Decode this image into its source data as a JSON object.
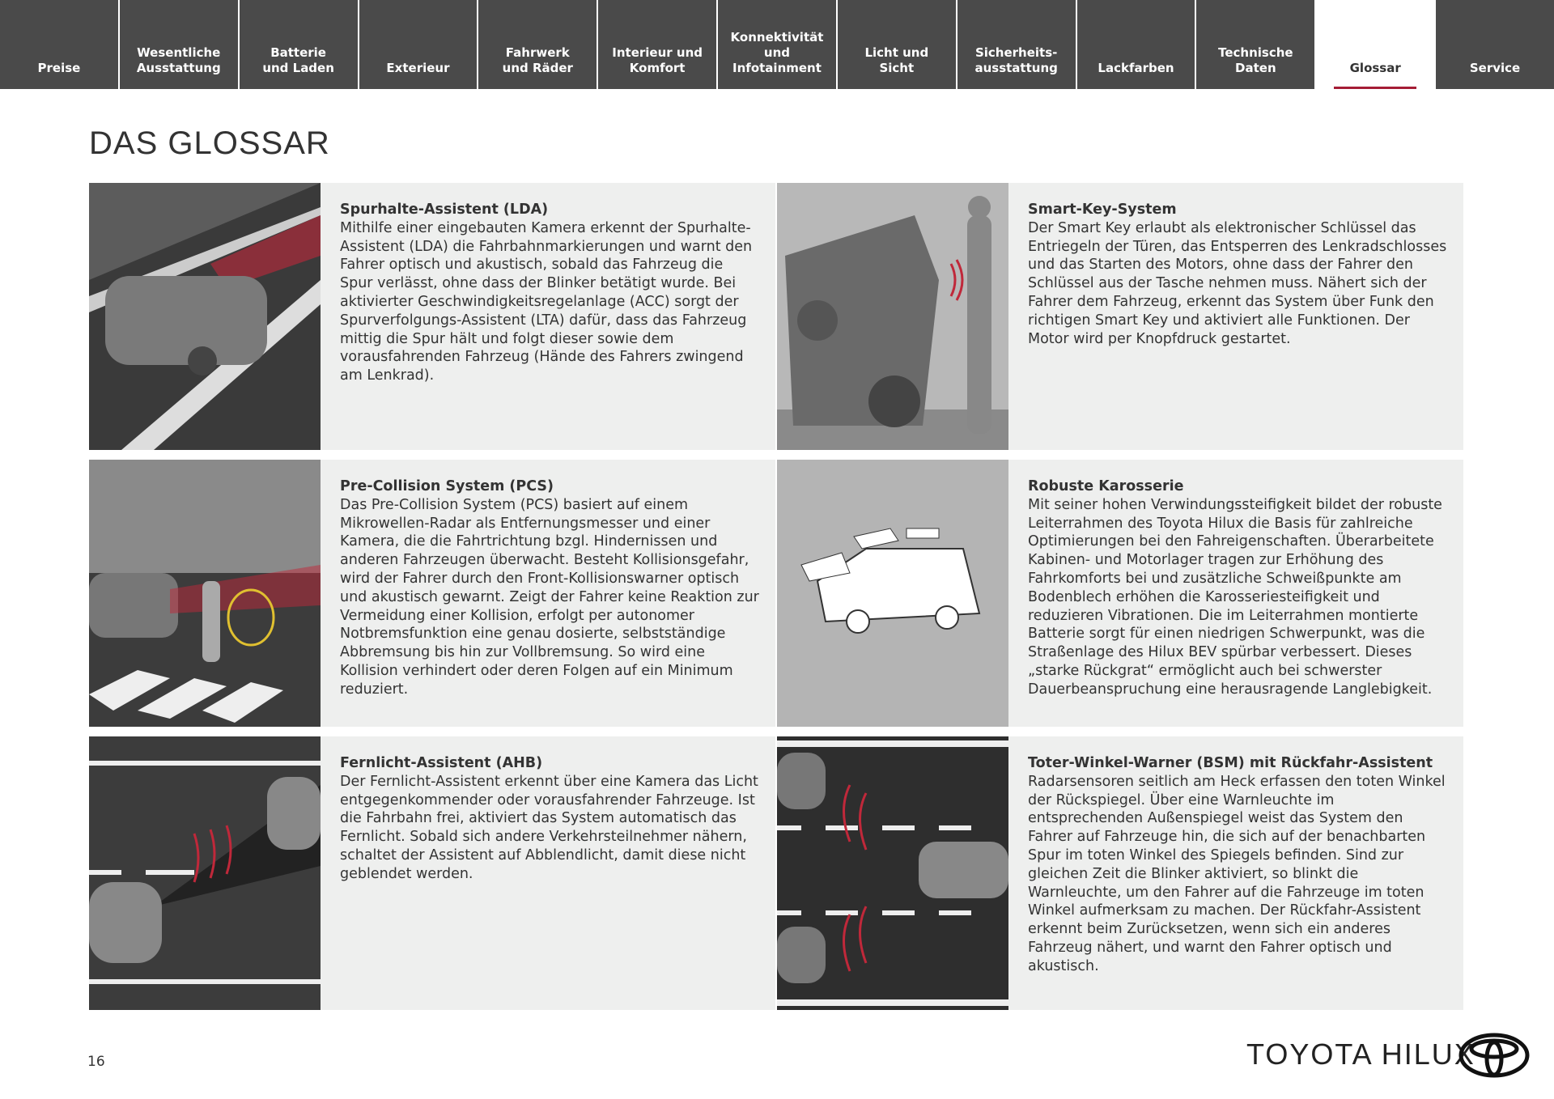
{
  "nav": [
    {
      "label": "Preise"
    },
    {
      "label": "Wesentliche\nAusstattung"
    },
    {
      "label": "Batterie\nund Laden"
    },
    {
      "label": "Exterieur"
    },
    {
      "label": "Fahrwerk\nund Räder"
    },
    {
      "label": "Interieur und\nKomfort"
    },
    {
      "label": "Konnektivität\nund\nInfotainment"
    },
    {
      "label": "Licht und\nSicht"
    },
    {
      "label": "Sicherheits-\nausstattung"
    },
    {
      "label": "Lackfarben"
    },
    {
      "label": "Technische\nDaten"
    },
    {
      "label": "Glossar",
      "active": true
    },
    {
      "label": "Service"
    }
  ],
  "page_title": "DAS GLOSSAR",
  "accent_color": "#a51d35",
  "entries": [
    {
      "title": "Spurhalte-Assistent (LDA)",
      "text": "Mithilfe einer eingebauten Kamera erkennt der Spurhalte-Assistent (LDA) die Fahrbahnmarkierungen und warnt den Fahrer optisch und akustisch, sobald das Fahrzeug die Spur verlässt, ohne dass der Blinker betätigt wurde. Bei aktivierter Geschwindigkeitsregelanlage (ACC) sorgt der Spurverfolgungs-Assistent (LTA) dafür, dass das Fahrzeug mittig die Spur hält und folgt dieser sowie dem vorausfahrenden Fahrzeug (Hände des Fahrers zwingend am Lenkrad)."
    },
    {
      "title": "Smart-Key-System",
      "text": "Der Smart Key erlaubt als elektronischer Schlüssel das Entriegeln der Türen, das Entsperren des Lenkradschlosses und das Starten des Motors, ohne dass der Fahrer den Schlüssel aus der Tasche nehmen muss. Nähert sich der Fahrer dem Fahrzeug, erkennt das System über Funk den richtigen Smart Key und aktiviert alle Funktionen. Der Motor wird per Knopfdruck gestartet."
    },
    {
      "title": "Pre-Collision System (PCS)",
      "text": "Das Pre-Collision System (PCS) basiert auf einem Mikrowellen-Radar als Entfernungsmesser und einer Kamera, die die Fahrtrichtung bzgl. Hindernissen und anderen Fahrzeugen überwacht. Besteht Kollisionsgefahr, wird der Fahrer durch den Front-Kollisionswarner optisch und akustisch gewarnt. Zeigt der Fahrer keine Reaktion zur Vermeidung einer Kollision, erfolgt per autonomer Notbremsfunktion eine genau dosierte, selbstständige Abbremsung bis hin zur Vollbremsung. So wird eine Kollision verhindert oder deren Folgen auf ein Minimum reduziert."
    },
    {
      "title": "Robuste Karosserie",
      "text": "Mit seiner hohen Verwindungssteifigkeit bildet der robuste Leiterrahmen des Toyota Hilux die Basis für zahlreiche Optimierungen bei den Fahreigenschaften. Überarbeitete Kabinen- und Motorlager tragen zur Erhöhung des Fahrkomforts bei und zusätzliche Schweißpunkte am Bodenblech erhöhen die Karosseriesteifigkeit und reduzieren Vibrationen. Die im Leiterrahmen montierte Batterie sorgt für einen niedrigen Schwerpunkt, was die Straßenlage des Hilux BEV spürbar verbessert. Dieses „starke Rückgrat“ ermöglicht auch bei schwerster Dauerbeanspruchung eine herausragende Langlebigkeit."
    },
    {
      "title": "Fernlicht-Assistent (AHB)",
      "text": "Der Fernlicht-Assistent erkennt über eine Kamera das Licht entgegenkommender oder vorausfahrender Fahrzeuge. Ist die Fahrbahn frei, aktiviert das System automatisch das Fernlicht. Sobald sich andere Verkehrsteilnehmer nähern, schaltet der Assistent auf Abblendlicht, damit diese nicht geblendet werden."
    },
    {
      "title": "Toter-Winkel-Warner (BSM) mit Rückfahr-Assistent",
      "text": "Radarsensoren seitlich am Heck erfassen den toten Winkel der Rückspiegel. Über eine Warnleuchte im entsprechenden Außenspiegel weist das System den Fahrer auf Fahrzeuge hin, die sich auf der benachbarten Spur im toten Winkel des Spiegels befinden. Sind zur gleichen Zeit die Blinker aktiviert, so blinkt die Warnleuchte, um den Fahrer auf die Fahrzeuge im toten Winkel aufmerksam zu machen. Der Rückfahr-Assistent erkennt beim Zurücksetzen, wenn sich ein anderes Fahrzeug nähert, und warnt den Fahrer optisch und akustisch."
    }
  ],
  "footer": {
    "page_number": "16",
    "brand": "TOYOTA HILUX"
  }
}
